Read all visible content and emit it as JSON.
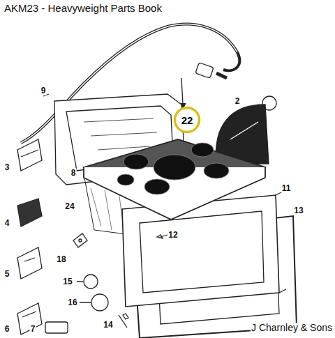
{
  "diagram": {
    "title": "AKM23 - Heavyweight Parts Book",
    "nodes": [
      {
        "text": [
          "22"
        ]
      }
    ],
    "labels": [
      "9",
      "2",
      "3",
      "8",
      "24",
      "11",
      "13",
      "12",
      "4",
      "18",
      "5",
      "15",
      "16",
      "6",
      "7",
      "14",
      "J Charnley & Sons"
    ]
  }
}
